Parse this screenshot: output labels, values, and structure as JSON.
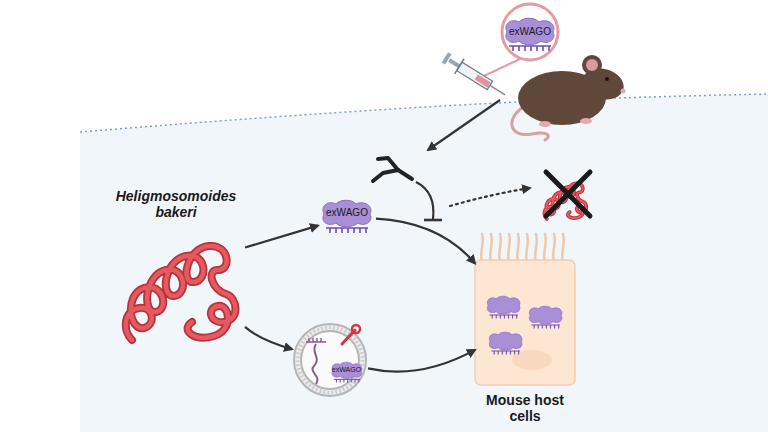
{
  "diagram": {
    "nodes": [
      {
        "text": [
          "Heligmosomoides bakeri"
        ]
      },
      {
        "text": [
          "exWAGO"
        ]
      },
      {
        "text": [
          "exWAGO"
        ]
      },
      {
        "text": [
          "exWAGO"
        ]
      },
      {
        "text": [
          "Mouse host cells"
        ]
      }
    ],
    "edges": [
      {
        "from": 0,
        "to": 2,
        "arrow": "to"
      },
      {
        "from": 2,
        "to": 4,
        "arrow": "to"
      },
      {
        "from": 0,
        "to": 3,
        "arrow": "to"
      },
      {
        "from": 3,
        "to": 4,
        "arrow": "to"
      }
    ]
  }
}
